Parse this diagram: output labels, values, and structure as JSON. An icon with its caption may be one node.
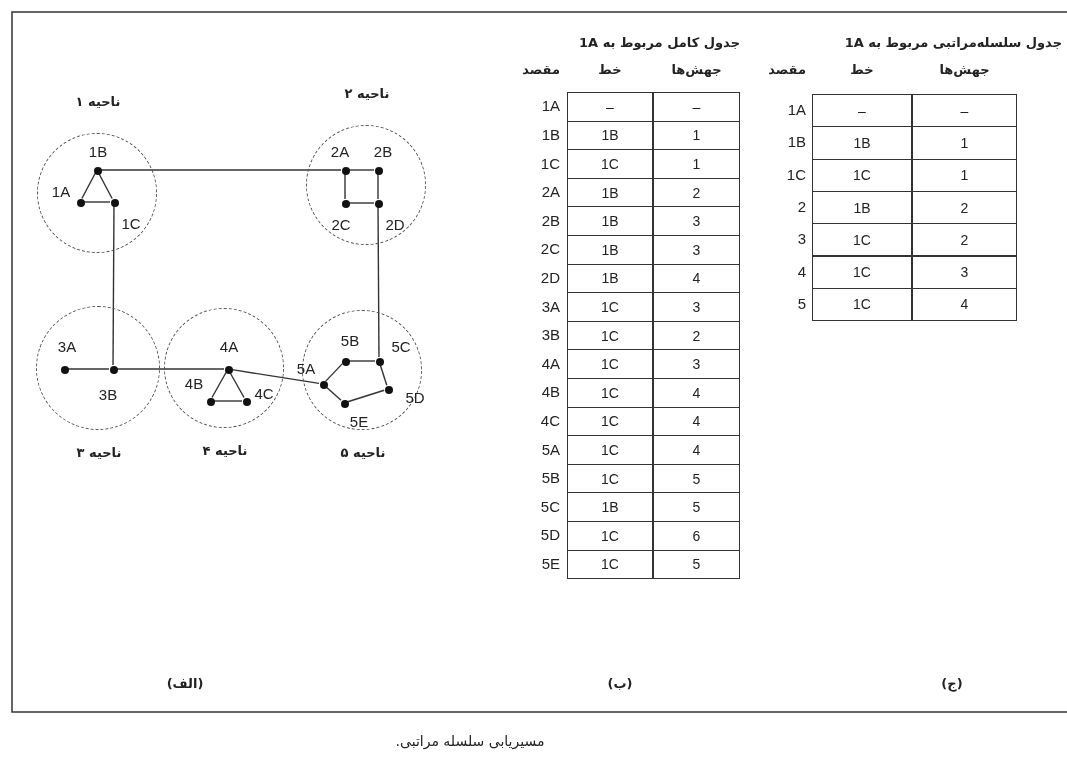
{
  "diagram": {
    "caption": "مسیریابی سلسله مراتبی.",
    "nodes": [
      {
        "text": [
          "ناحیه ۱"
        ]
      },
      {
        "text": [
          "1A"
        ],
        "in": 0
      },
      {
        "text": [
          "1B"
        ],
        "in": 0
      },
      {
        "text": [
          "1C"
        ],
        "in": 0
      },
      {
        "text": [
          "ناحیه ۲"
        ]
      },
      {
        "text": [
          "2A"
        ],
        "in": 4
      },
      {
        "text": [
          "2B"
        ],
        "in": 4
      },
      {
        "text": [
          "2C"
        ],
        "in": 4
      },
      {
        "text": [
          "2D"
        ],
        "in": 4
      },
      {
        "text": [
          "ناحیه ۳"
        ]
      },
      {
        "text": [
          "3A"
        ],
        "in": 9
      },
      {
        "text": [
          "3B"
        ],
        "in": 9
      },
      {
        "text": [
          "ناحیه ۴"
        ]
      },
      {
        "text": [
          "4A"
        ],
        "in": 12
      },
      {
        "text": [
          "4B"
        ],
        "in": 12
      },
      {
        "text": [
          "4C"
        ],
        "in": 12
      },
      {
        "text": [
          "ناحیه ۵"
        ]
      },
      {
        "text": [
          "5A"
        ],
        "in": 16
      },
      {
        "text": [
          "5B"
        ],
        "in": 16
      },
      {
        "text": [
          "5C"
        ],
        "in": 16
      },
      {
        "text": [
          "5D"
        ],
        "in": 16
      },
      {
        "text": [
          "5E"
        ],
        "in": 16
      }
    ],
    "edges": [
      {
        "from": 1,
        "to": 2,
        "arrow": "none"
      },
      {
        "from": 2,
        "to": 3,
        "arrow": "none"
      },
      {
        "from": 1,
        "to": 3,
        "arrow": "none"
      },
      {
        "from": 2,
        "to": 5,
        "arrow": "none"
      },
      {
        "from": 5,
        "to": 6,
        "arrow": "none"
      },
      {
        "from": 5,
        "to": 7,
        "arrow": "none"
      },
      {
        "from": 7,
        "to": 8,
        "arrow": "none"
      },
      {
        "from": 6,
        "to": 8,
        "arrow": "none"
      },
      {
        "from": 3,
        "to": 11,
        "arrow": "none"
      },
      {
        "from": 10,
        "to": 11,
        "arrow": "none"
      },
      {
        "from": 11,
        "to": 13,
        "arrow": "none"
      },
      {
        "from": 13,
        "to": 14,
        "arrow": "none"
      },
      {
        "from": 13,
        "to": 15,
        "arrow": "none"
      },
      {
        "from": 14,
        "to": 15,
        "arrow": "none"
      },
      {
        "from": 13,
        "to": 17,
        "arrow": "none"
      },
      {
        "from": 17,
        "to": 18,
        "arrow": "none"
      },
      {
        "from": 18,
        "to": 19,
        "arrow": "none"
      },
      {
        "from": 19,
        "to": 20,
        "arrow": "none"
      },
      {
        "from": 20,
        "to": 21,
        "arrow": "none"
      },
      {
        "from": 21,
        "to": 17,
        "arrow": "none"
      },
      {
        "from": 8,
        "to": 19,
        "arrow": "none"
      }
    ],
    "labels": [
      "جدول کامل مربوط به 1A",
      "مقصد",
      "خط",
      "جهش‌ها",
      "1A",
      "–",
      "–",
      "1B",
      "1B",
      "1",
      "1C",
      "1C",
      "1",
      "2A",
      "1B",
      "2",
      "2B",
      "1B",
      "3",
      "2C",
      "1B",
      "3",
      "2D",
      "1B",
      "4",
      "3A",
      "1C",
      "3",
      "3B",
      "1C",
      "2",
      "4A",
      "1C",
      "3",
      "4B",
      "1C",
      "4",
      "4C",
      "1C",
      "4",
      "5A",
      "1C",
      "4",
      "5B",
      "1C",
      "5",
      "5C",
      "1B",
      "5",
      "5D",
      "1C",
      "6",
      "5E",
      "1C",
      "5",
      "جدول سلسله‌مراتبی مربوط به 1A",
      "مقصد",
      "خط",
      "جهش‌ها",
      "1A",
      "–",
      "–",
      "1B",
      "1B",
      "1",
      "1C",
      "1C",
      "1",
      "2",
      "1B",
      "2",
      "3",
      "1C",
      "2",
      "4",
      "1C",
      "3",
      "5",
      "1C",
      "4",
      "(الف)",
      "(ب)",
      "(ج)"
    ]
  }
}
